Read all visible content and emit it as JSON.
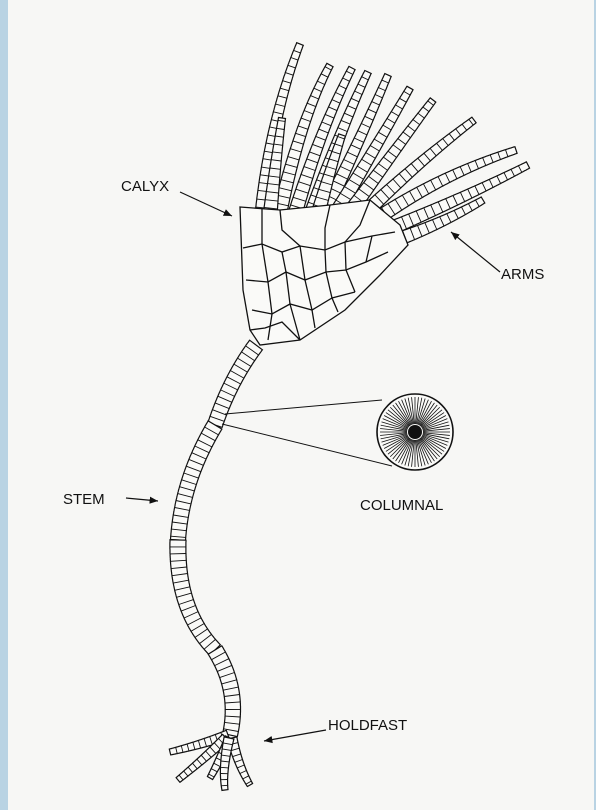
{
  "diagram": {
    "labels": {
      "calyx": "CALYX",
      "arms": "ARMS",
      "stem": "STEM",
      "columnal": "COLUMNAL",
      "holdfast": "HOLDFAST"
    }
  },
  "colors": {
    "background": "#b9d3e3",
    "paper": "#f7f7f5",
    "ink": "#111111"
  }
}
